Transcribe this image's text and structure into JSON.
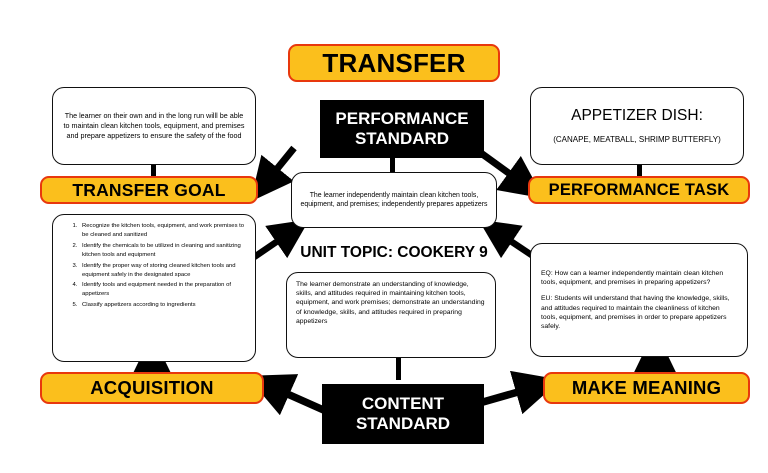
{
  "title_banner": {
    "label": "TRANSFER"
  },
  "performance_standard": {
    "label": "PERFORMANCE STANDARD"
  },
  "content_standard": {
    "label": "CONTENT STANDARD"
  },
  "transfer_goal": {
    "banner": "TRANSFER GOAL",
    "callout": "The learner on their own and in the long run willl be able to maintain clean kitchen tools, equipment, and premises and prepare appetizers to ensure the safety of the food"
  },
  "performance_task": {
    "banner": "PERFORMANCE TASK",
    "callout_title": "APPETIZER DISH:",
    "callout_subtitle": "(CANAPE, MEATBALL, SHRIMP BUTTERFLY)"
  },
  "performance_standard_callout": {
    "text": "The learner independently maintain clean kitchen tools, equipment, and premises; independently prepares appetizers"
  },
  "unit_topic": {
    "label": "UNIT TOPIC: COOKERY 9"
  },
  "content_standard_callout": {
    "text": "The  learner demonstrate an understanding of knowledge, skills, and attitudes required in maintaining kitchen tools, equipment, and work premises; demonstrate an understanding of knowledge, skills, and attitudes required in preparing appetizers"
  },
  "acquisition": {
    "banner": "ACQUISITION",
    "items": [
      "Recognize the kitchen tools, equipment, and work premises to be cleaned and sanitized",
      "Identify the chemicals to be utilized in cleaning and sanitizing kitchen tools and equipment",
      "Identify the proper way of storing cleaned kitchen tools and equipment safely in the designated space",
      "Identify tools and equipment needed in the preparation of appetizers",
      "Classify appetizers according to ingredients"
    ]
  },
  "make_meaning": {
    "banner": "MAKE MEANING",
    "essential_question": "EQ: How can a learner independently maintain clean kitchen tools, equipment, and premises in preparing appetizers?",
    "essential_understanding": "EU: Students will understand  that having the knowledge, skills, and attitudes required to maintain the cleanliness of kitchen tools, equipment, and premises in order to prepare appetizers safely."
  },
  "colors": {
    "banner_fill": "#FBBF1C",
    "banner_border": "#E8380D",
    "standard_fill": "#000000",
    "standard_text": "#FFFFFF",
    "callout_border": "#111111",
    "page_background": "#FFFFFF"
  }
}
